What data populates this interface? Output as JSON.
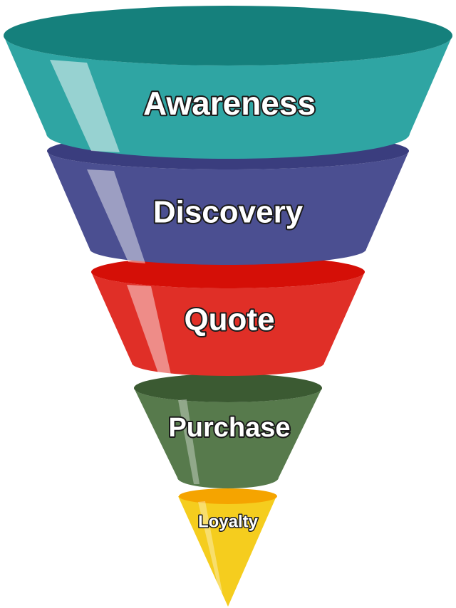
{
  "funnel": {
    "stages": [
      {
        "label": "Awareness",
        "color": "#2fa5a3",
        "rim_color": "#15807c"
      },
      {
        "label": "Discovery",
        "color": "#4b4f91",
        "rim_color": "#3a3d7e"
      },
      {
        "label": "Quote",
        "color": "#e02f27",
        "rim_color": "#d50f07"
      },
      {
        "label": "Purchase",
        "color": "#577a4c",
        "rim_color": "#3b5a32"
      },
      {
        "label": "Loyalty",
        "color": "#f6c91f",
        "rim_color": "#f5a400"
      }
    ]
  }
}
